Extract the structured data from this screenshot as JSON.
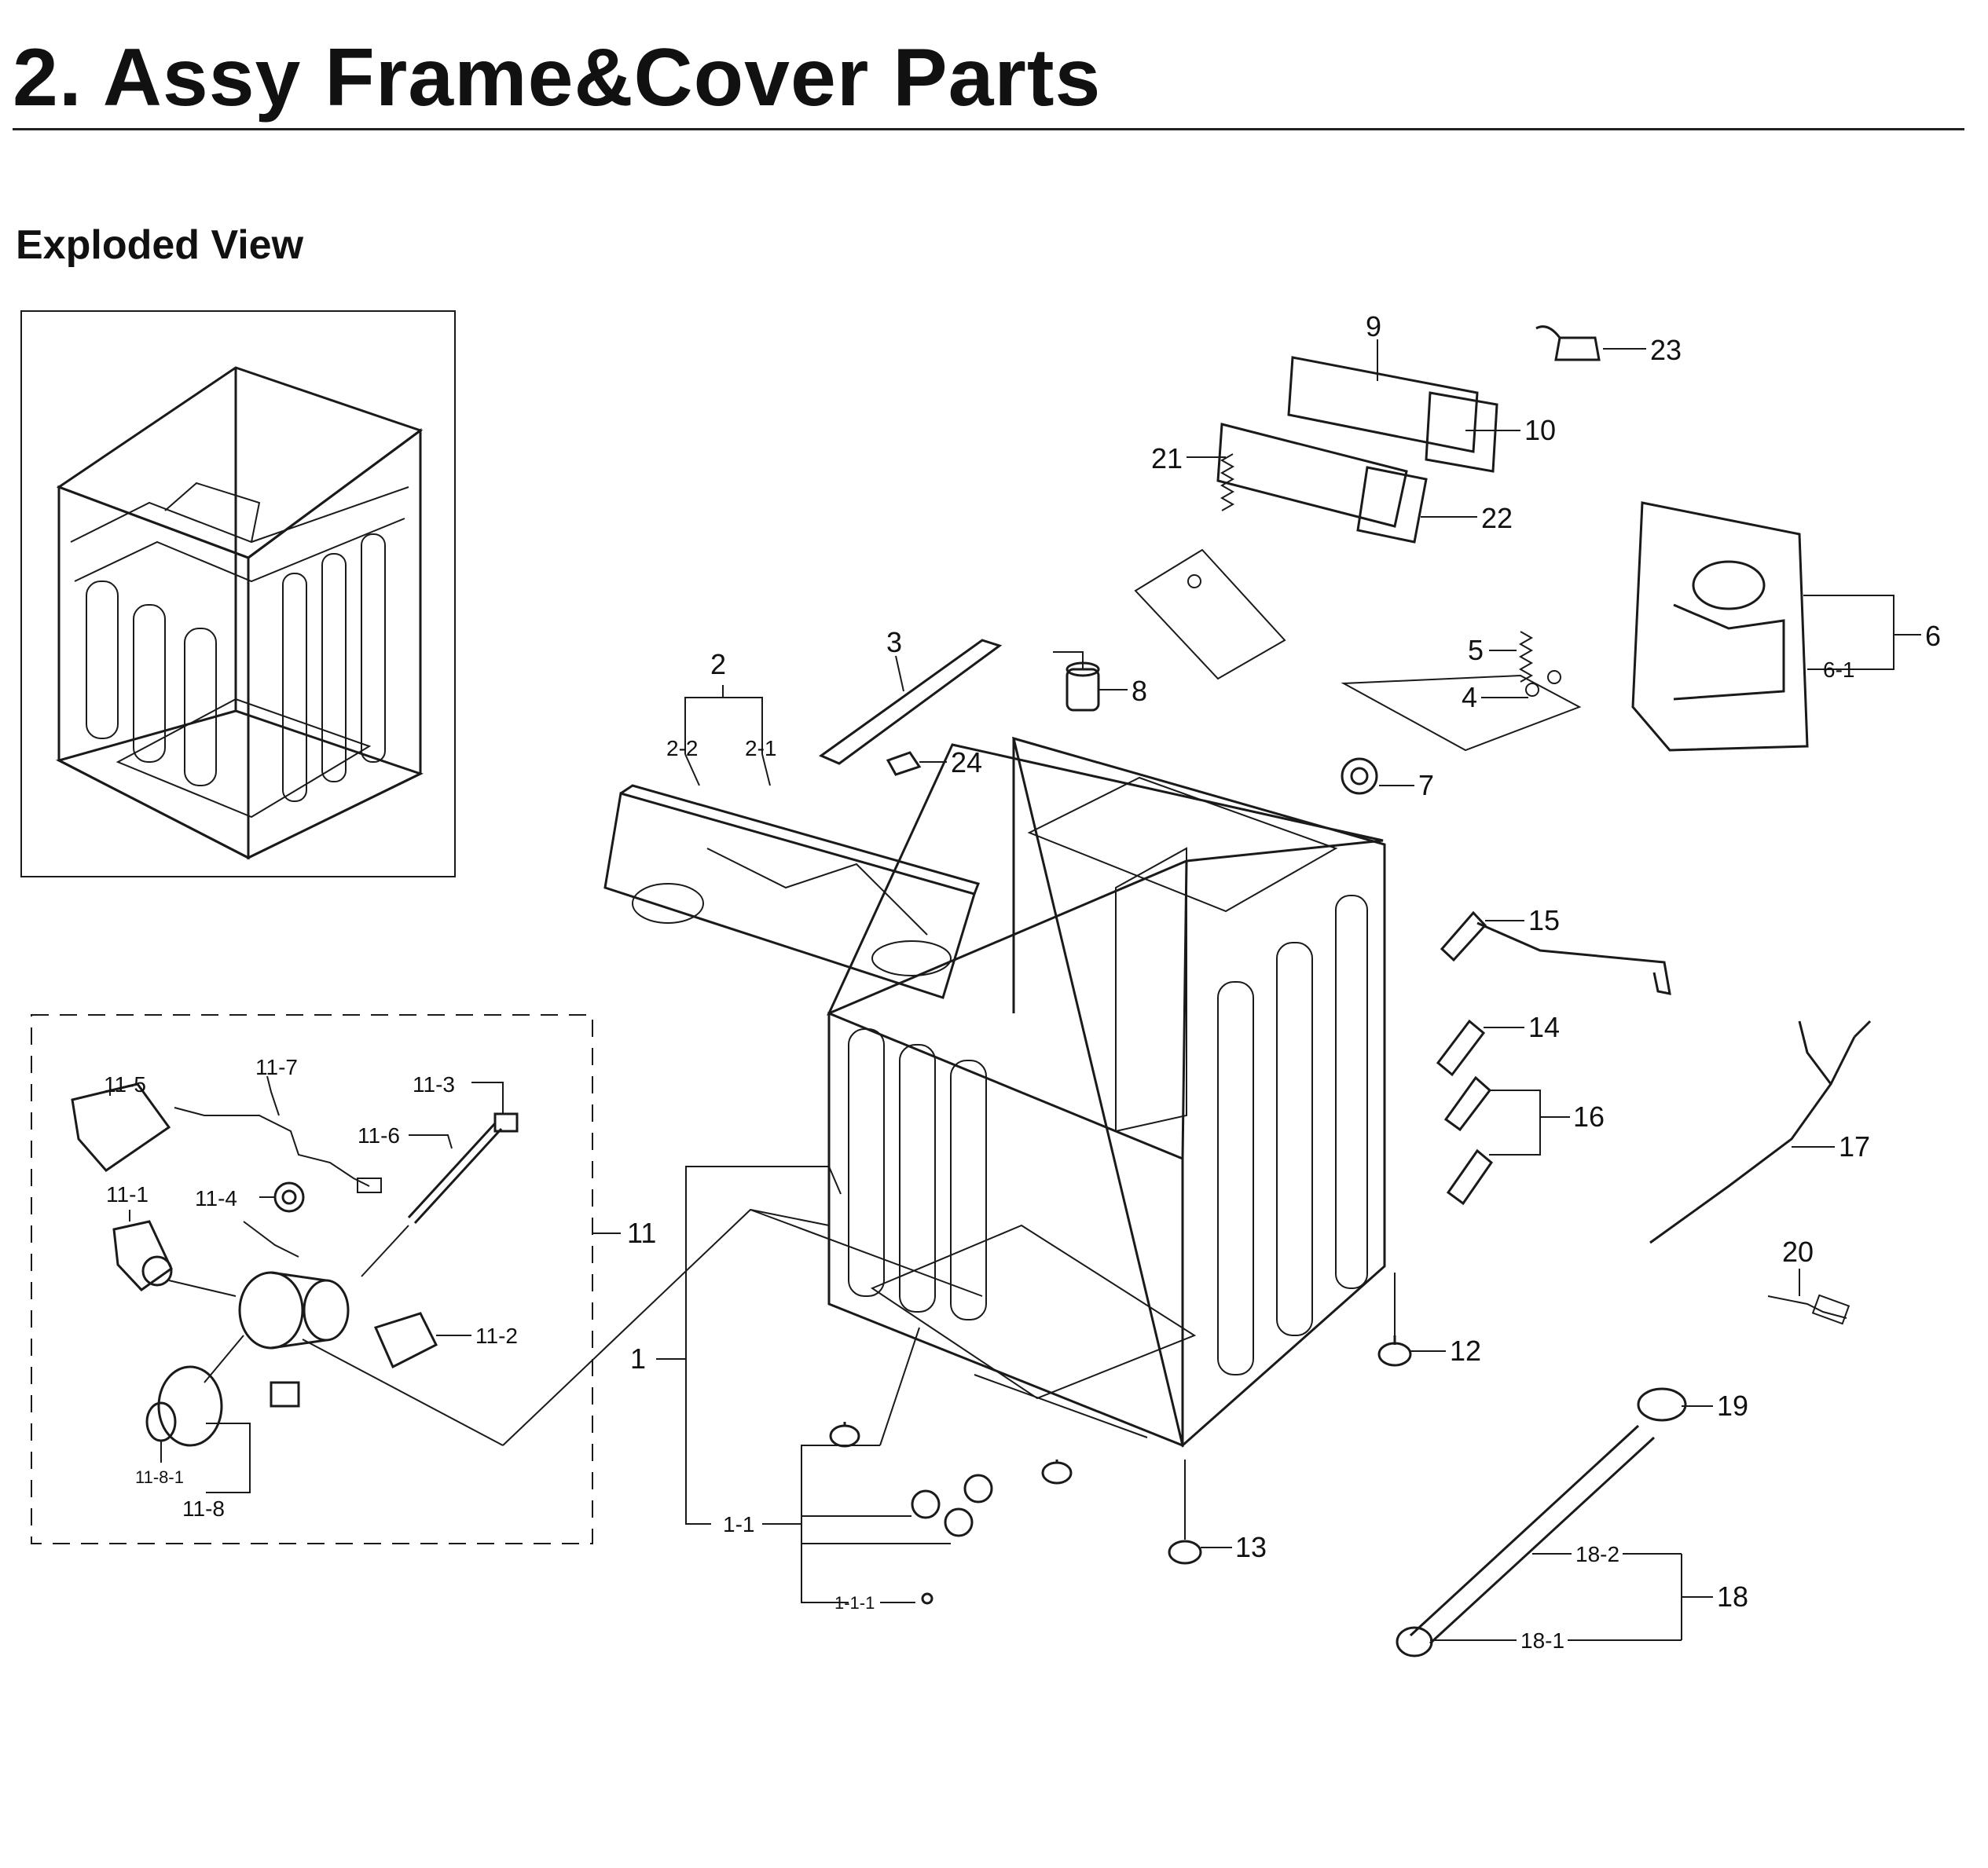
{
  "header": {
    "title": "2.  Assy Frame&Cover Parts",
    "subtitle": "Exploded View"
  },
  "callouts": {
    "c1": "1",
    "c1_1": "1-1",
    "c1_1_1": "1-1-1",
    "c2": "2",
    "c2_1": "2-1",
    "c2_2": "2-2",
    "c3": "3",
    "c4": "4",
    "c5": "5",
    "c6": "6",
    "c6_1": "6-1",
    "c7": "7",
    "c8": "8",
    "c9": "9",
    "c10": "10",
    "c11": "11",
    "c11_1": "11-1",
    "c11_2": "11-2",
    "c11_3": "11-3",
    "c11_4": "11-4",
    "c11_5": "11-5",
    "c11_6": "11-6",
    "c11_7": "11-7",
    "c11_8": "11-8",
    "c11_8_1": "11-8-1",
    "c12": "12",
    "c13": "13",
    "c14": "14",
    "c15": "15",
    "c16": "16",
    "c17": "17",
    "c18": "18",
    "c18_1": "18-1",
    "c18_2": "18-2",
    "c19": "19",
    "c20": "20",
    "c21": "21",
    "c22": "22",
    "c23": "23",
    "c24": "24"
  },
  "colors": {
    "line": "#1a1a1a",
    "background": "#ffffff"
  }
}
